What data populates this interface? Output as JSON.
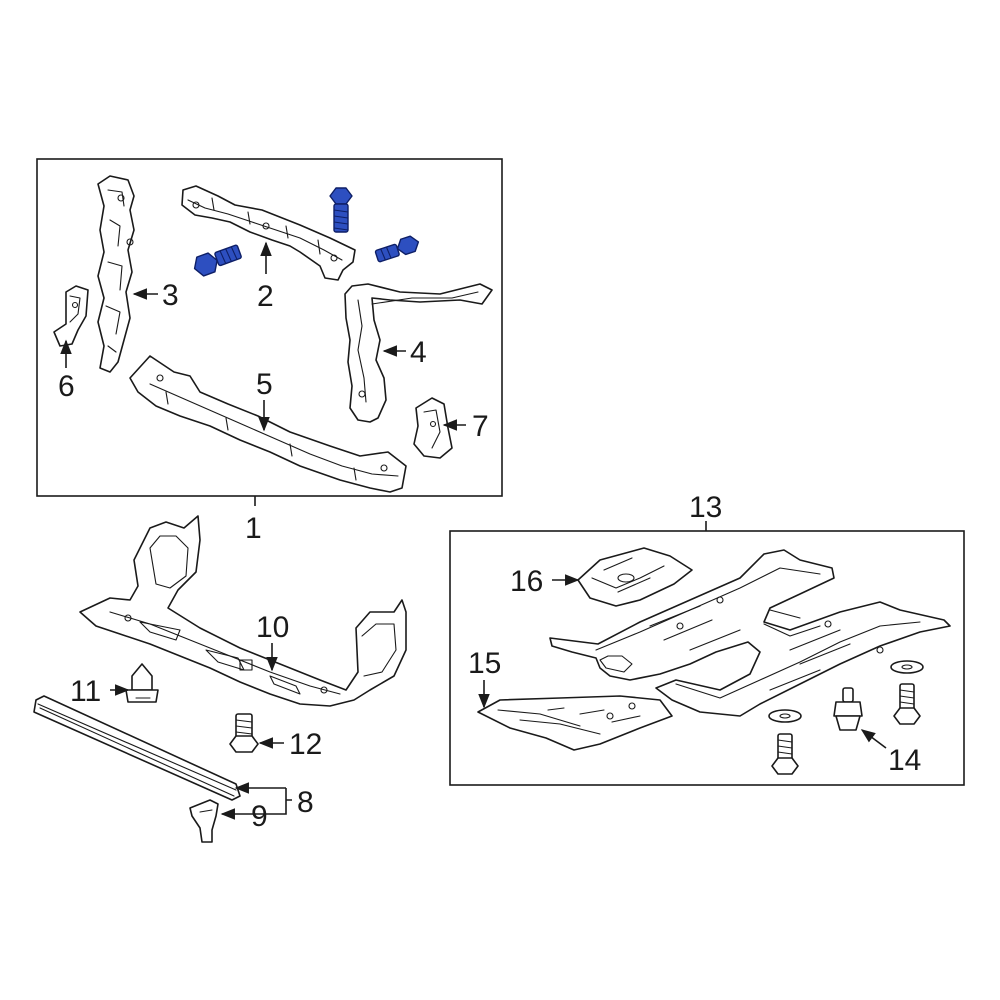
{
  "callouts": {
    "c1": "1",
    "c2": "2",
    "c3": "3",
    "c4": "4",
    "c5": "5",
    "c6": "6",
    "c7": "7",
    "c8": "8",
    "c9": "9",
    "c10": "10",
    "c11": "11",
    "c12": "12",
    "c13": "13",
    "c14": "14",
    "c15": "15",
    "c16": "16"
  },
  "colors": {
    "highlight_bolts": "#2d4fc0",
    "line": "#1a1a1a"
  }
}
